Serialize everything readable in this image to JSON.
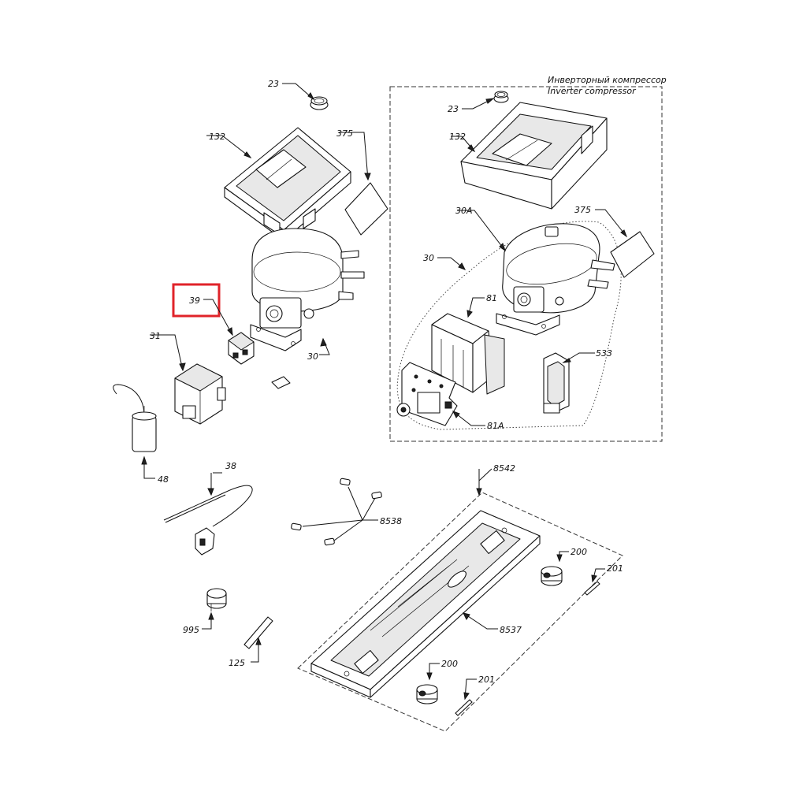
{
  "inset_title": {
    "ru": "Инверторный компрессор",
    "en": "Inverter compressor"
  },
  "highlight_color": "#e0232a",
  "highlighted_part": "39",
  "labels": {
    "l23_main": "23",
    "l132_main": "132",
    "l375_main": "375",
    "l39": "39",
    "l31": "31",
    "l30_main": "30",
    "l48": "48",
    "l38": "38",
    "l8538": "8538",
    "l995": "995",
    "l125": "125",
    "l8542": "8542",
    "l8537": "8537",
    "l200_top": "200",
    "l201_top": "201",
    "l200_bottom": "200",
    "l201_bottom": "201",
    "l23_inv": "23",
    "l132_inv": "132",
    "l30A": "30A",
    "l375_inv": "375",
    "l30_inv": "30",
    "l81": "81",
    "l533": "533",
    "l81A": "81A"
  }
}
